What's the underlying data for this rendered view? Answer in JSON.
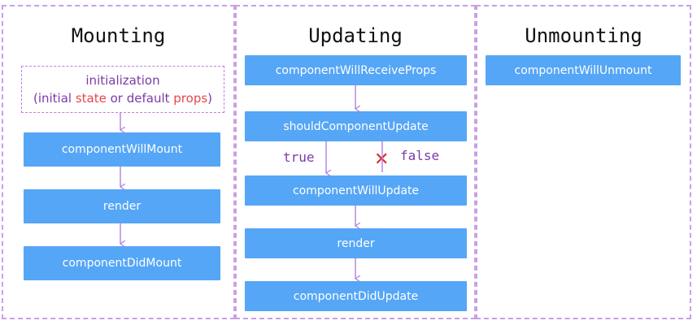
{
  "mounting": {
    "title": "Mounting",
    "init_line1": "initialization",
    "init_open": "(initial ",
    "init_state": "state",
    "init_or_default": " or default ",
    "init_props": "props",
    "init_close": ")",
    "steps": [
      "componentWillMount",
      "render",
      "componentDidMount"
    ]
  },
  "updating": {
    "title": "Updating",
    "steps": [
      "componentWillReceiveProps",
      "shouldComponentUpdate",
      "componentWillUpdate",
      "render",
      "componentDidUpdate"
    ],
    "true_label": "true",
    "false_label": "false",
    "false_mark": "✕"
  },
  "unmounting": {
    "title": "Unmounting",
    "steps": [
      "componentWillUnmount"
    ]
  },
  "colors": {
    "box": "#55a6f6",
    "arrow": "#b27fe0",
    "border": "#c9a0e6",
    "highlight": "#e8474b",
    "cross": "#d72d2d"
  }
}
